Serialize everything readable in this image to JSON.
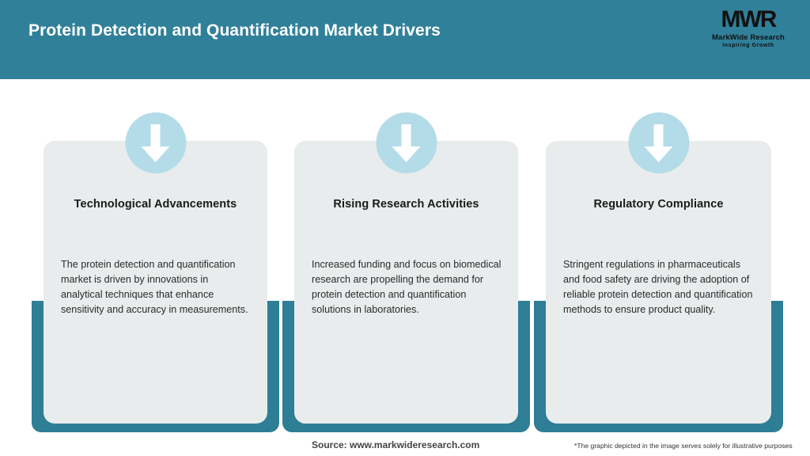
{
  "header": {
    "title": "Protein Detection and Quantification Market Drivers",
    "background_color": "#31809A",
    "logo": {
      "mark": "MWR",
      "name": "MarkWide Research",
      "tagline": "Inspiring Growth"
    }
  },
  "theme": {
    "teal": "#2E7E96",
    "card_bg": "#E8ECEC",
    "circle_blue": "#B4DCE8",
    "page_bg": "#FFFFFF"
  },
  "cards": [
    {
      "icon": "arrow-down-icon",
      "title": "Technological Advancements",
      "body": "The protein detection and quantification market is driven by innovations in analytical techniques that enhance sensitivity and accuracy in measurements."
    },
    {
      "icon": "arrow-down-icon",
      "title": "Rising Research Activities",
      "body": "Increased funding and focus on biomedical research are propelling the demand for protein detection and quantification solutions in laboratories."
    },
    {
      "icon": "arrow-down-icon",
      "title": "Regulatory Compliance",
      "body": "Stringent regulations in pharmaceuticals and food safety are driving the adoption of reliable protein detection and quantification methods to ensure product quality."
    }
  ],
  "footer": {
    "source": "Source: www.markwideresearch.com",
    "disclaimer": "*The graphic depicted in the image serves solely for illustrative purposes"
  }
}
